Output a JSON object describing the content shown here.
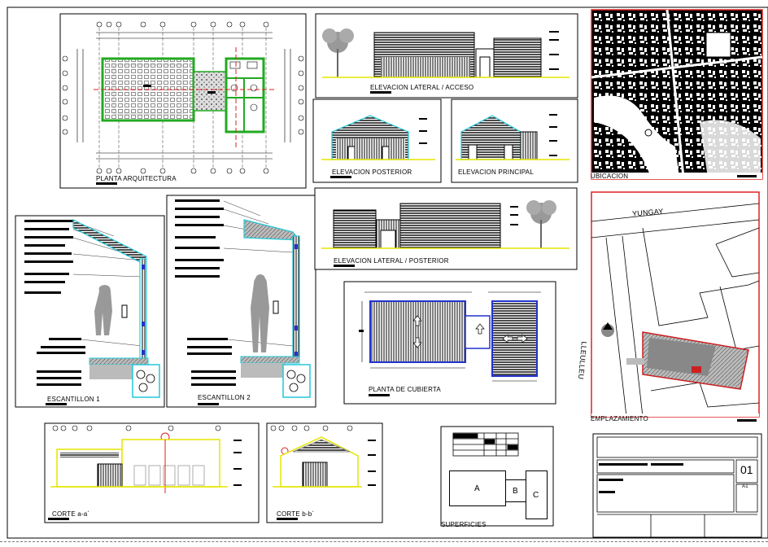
{
  "sheet": {
    "panels": {
      "planta": "PLANTA ARQUITECTURA",
      "elev_acceso": "ELEVACION LATERAL / ACCESO",
      "elev_posterior": "ELEVACION POSTERIOR",
      "elev_principal": "ELEVACION PRINCIPAL",
      "ubicacion": "UBICACION",
      "escantillon1": "ESCANTILLON 1",
      "escantillon2": "ESCANTILLON 2",
      "elev_lat_posterior": "ELEVACION LATERAL / POSTERIOR",
      "planta_cubierta": "PLANTA DE CUBIERTA",
      "emplazamiento": "EMPLAZAMIENTO",
      "corte_a": "CORTE a-a´",
      "corte_b": "CORTE b-b´",
      "superficies": "SUPERFICIES"
    },
    "streets": {
      "yungay": "YUNGAY",
      "lleuleu": "LLEULLEU"
    },
    "superficies_blocks": [
      "A",
      "B",
      "C"
    ],
    "title_block": {
      "sheet_number": "01",
      "sheet_format": "A1"
    },
    "colors": {
      "green_wall": "#22aa22",
      "red_axis": "#dd2222",
      "cyan_detail": "#22c8d8",
      "blue_roof": "#2233cc",
      "yellow_ground": "#e6e600",
      "site_red": "#cc2020"
    }
  }
}
